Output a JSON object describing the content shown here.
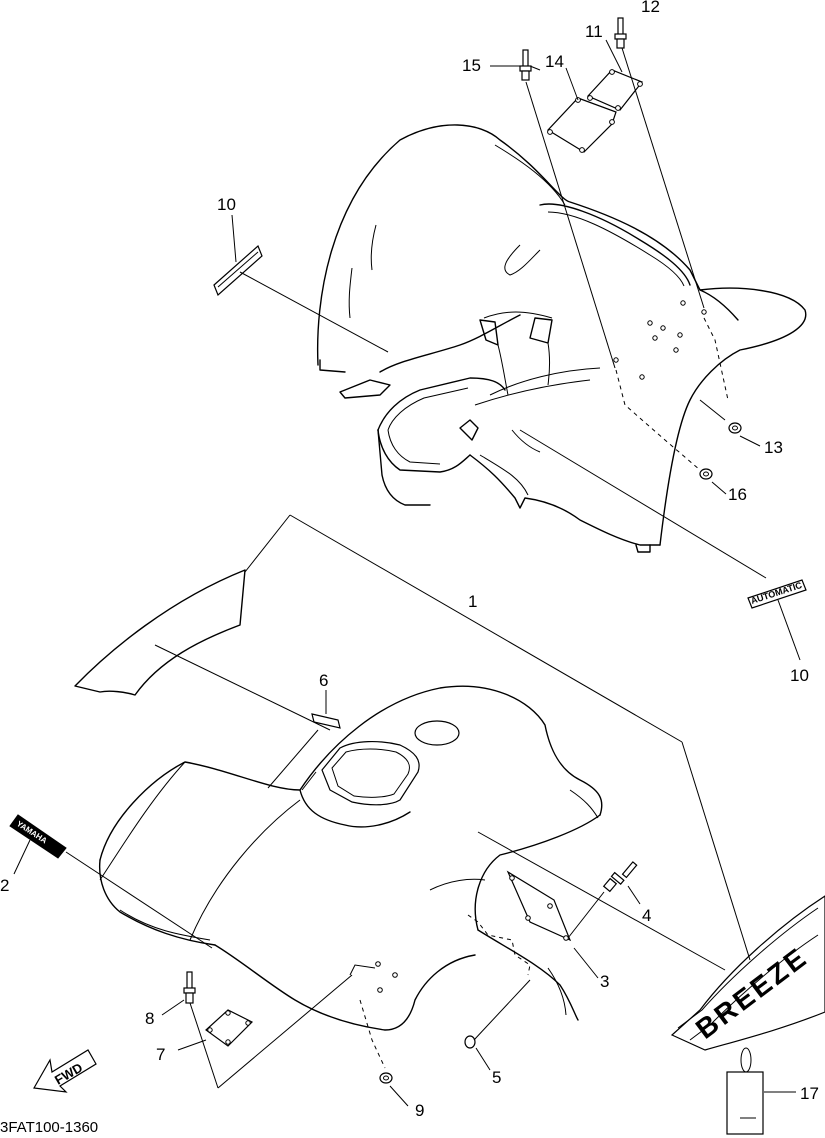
{
  "drawing_code": "3FAT100-1360",
  "fwd_label": "FWD",
  "emblems": {
    "yamaha": "YAMAHA",
    "automatic": "AUTOMATIC",
    "breeze": "BREEZE"
  },
  "callouts": {
    "c1": "1",
    "c2": "2",
    "c3": "3",
    "c4": "4",
    "c5": "5",
    "c6": "6",
    "c7": "7",
    "c8": "8",
    "c9": "9",
    "c10a": "10",
    "c10b": "10",
    "c11": "11",
    "c12": "12",
    "c13": "13",
    "c14": "14",
    "c15": "15",
    "c16": "16",
    "c17": "17"
  }
}
